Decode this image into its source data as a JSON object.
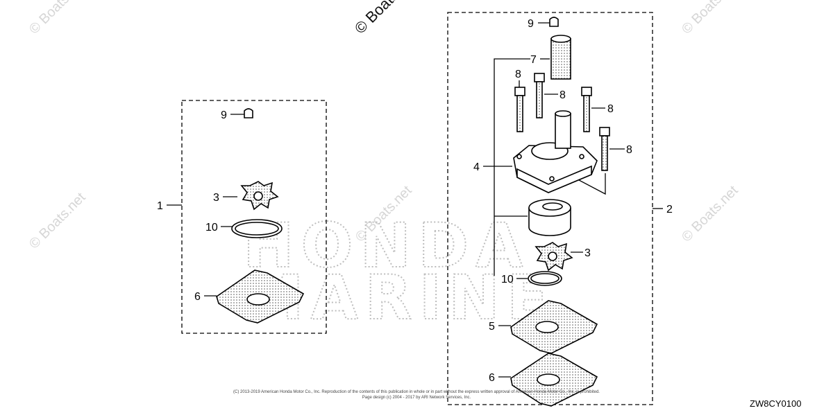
{
  "watermark": {
    "text": "© Boats.net",
    "brand_lines": [
      "HONDA",
      "MARINE"
    ]
  },
  "callouts": {
    "kit_left": "1",
    "kit_right": "2",
    "impeller": "3",
    "pump_housing": "4",
    "gasket_plate": "5",
    "base_plate": "6",
    "sleeve": "7",
    "bolt": "8",
    "key": "9",
    "o_ring": "10"
  },
  "copyright": {
    "line1": "(C) 2013-2019 American Honda Motor Co., Inc. Reproduction of the contents of this publication in whole or in part without the express written approval of American Honda Motor Co., Inc. is prohibited.",
    "line2": "Page design (c) 2004 - 2017 by ARI Network Services, Inc."
  },
  "diagram_code": "ZW8CY0100",
  "colors": {
    "line": "#000000",
    "watermark": "#d6d6d6",
    "background": "#ffffff"
  }
}
